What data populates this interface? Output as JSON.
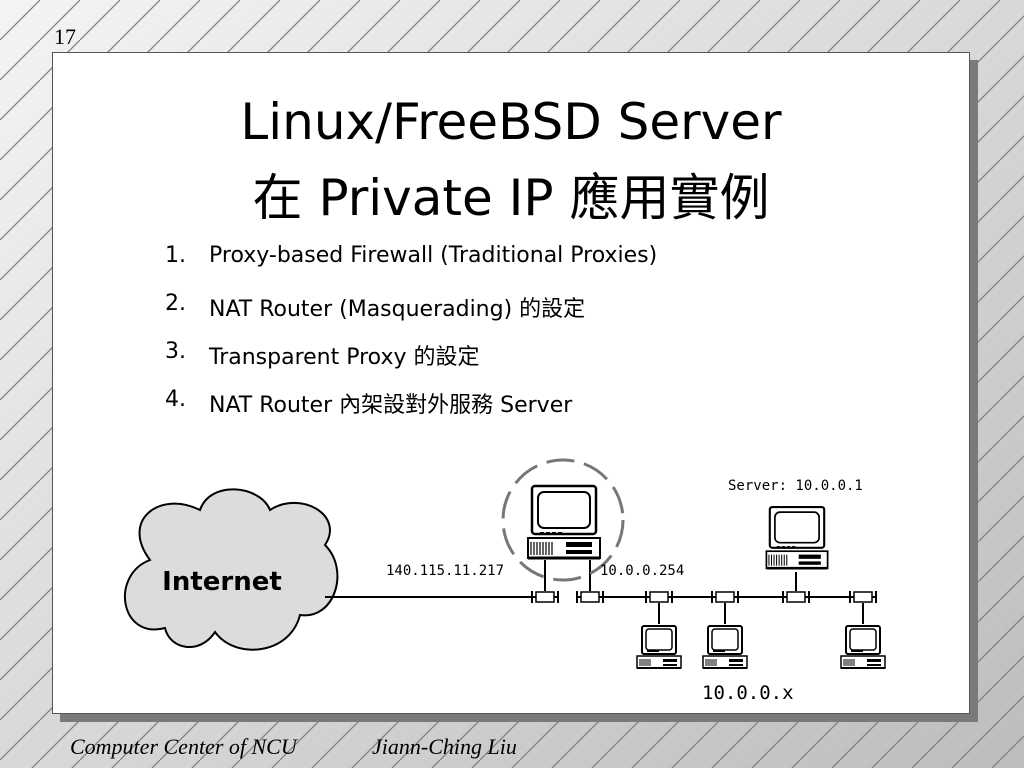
{
  "slide": {
    "page_number": "17",
    "title_line1": "Linux/FreeBSD Server",
    "title_line2": "在 Private IP 應用實例"
  },
  "list": [
    {
      "num": "1.",
      "text": "Proxy-based Firewall (Traditional Proxies)"
    },
    {
      "num": "2.",
      "text": "NAT Router (Masquerading) 的設定"
    },
    {
      "num": "3.",
      "text": "Transparent Proxy 的設定"
    },
    {
      "num": "4.",
      "text": "NAT Router 內架設對外服務 Server"
    }
  ],
  "diagram": {
    "cloud_label": "Internet",
    "external_ip": "140.115.11.217",
    "internal_ip": "10.0.0.254",
    "server_label": "Server: 10.0.0.1",
    "clients_label": "10.0.0.x"
  },
  "footer": {
    "org": "Computer Center of NCU",
    "author": "Jiann-Ching Liu"
  }
}
